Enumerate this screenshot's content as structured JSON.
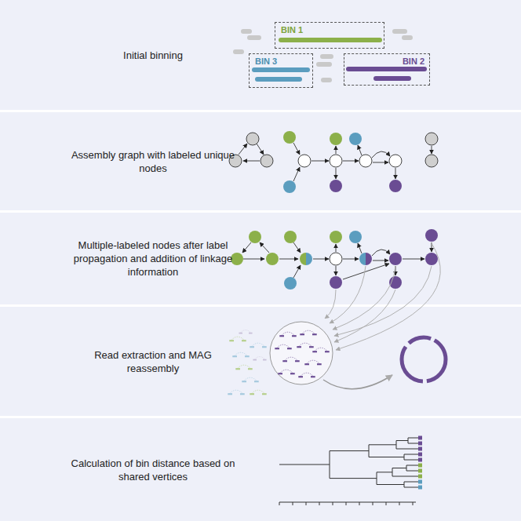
{
  "diagram": {
    "nodes": [
      {
        "text": [
          "Initial binning"
        ]
      },
      {
        "text": [
          "BIN 1"
        ],
        "in": 0
      },
      {
        "text": [
          "BIN 3"
        ],
        "in": 0
      },
      {
        "text": [
          "BIN 2"
        ],
        "in": 0
      },
      {
        "text": [
          "Assembly graph with labeled unique nodes"
        ]
      },
      {
        "text": [
          "Multiple-labeled nodes after label propagation and addition of linkage information"
        ]
      },
      {
        "text": [
          "Read extraction and MAG reassembly"
        ]
      },
      {
        "text": [
          "Calculation of bin distance based on shared vertices"
        ]
      }
    ]
  }
}
